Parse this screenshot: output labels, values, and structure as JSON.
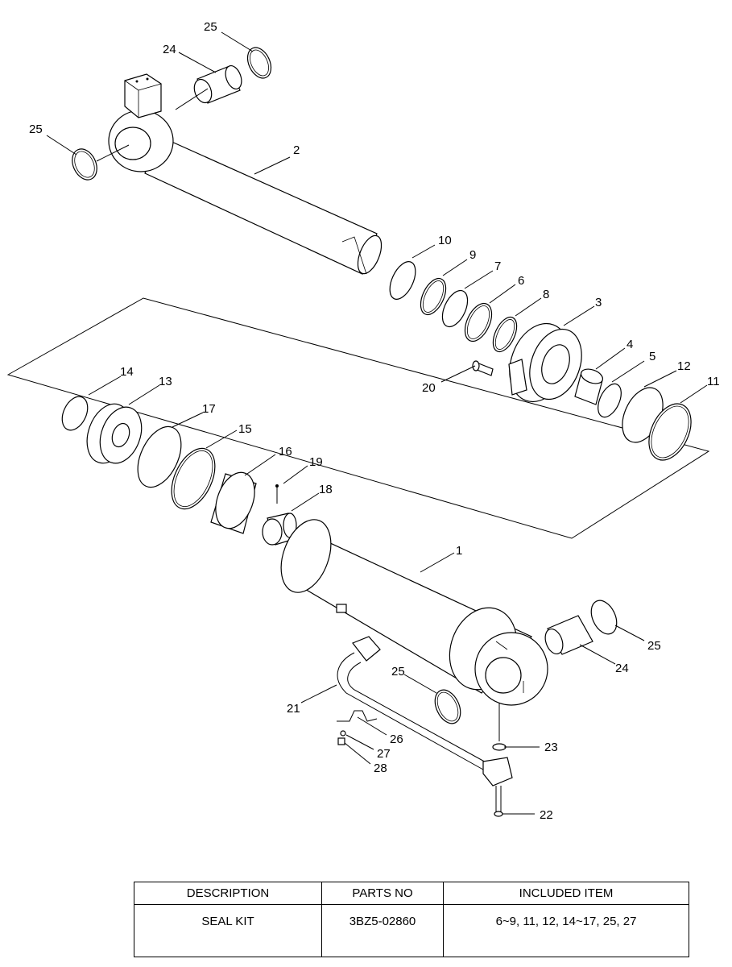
{
  "labels": {
    "n1": "1",
    "n2": "2",
    "n3": "3",
    "n4": "4",
    "n5": "5",
    "n6": "6",
    "n7": "7",
    "n8": "8",
    "n9": "9",
    "n10": "10",
    "n11": "11",
    "n12": "12",
    "n13": "13",
    "n14": "14",
    "n15": "15",
    "n16": "16",
    "n17": "17",
    "n18": "18",
    "n19": "19",
    "n20": "20",
    "n21": "21",
    "n22": "22",
    "n23": "23",
    "n24": "24",
    "n25": "25",
    "n26": "26",
    "n27": "27",
    "n28": "28"
  },
  "table": {
    "headers": [
      "DESCRIPTION",
      "PARTS NO",
      "INCLUDED ITEM"
    ],
    "rows": [
      [
        "SEAL KIT",
        "3BZ5-02860",
        "6~9, 11, 12, 14~17, 25, 27"
      ]
    ]
  }
}
